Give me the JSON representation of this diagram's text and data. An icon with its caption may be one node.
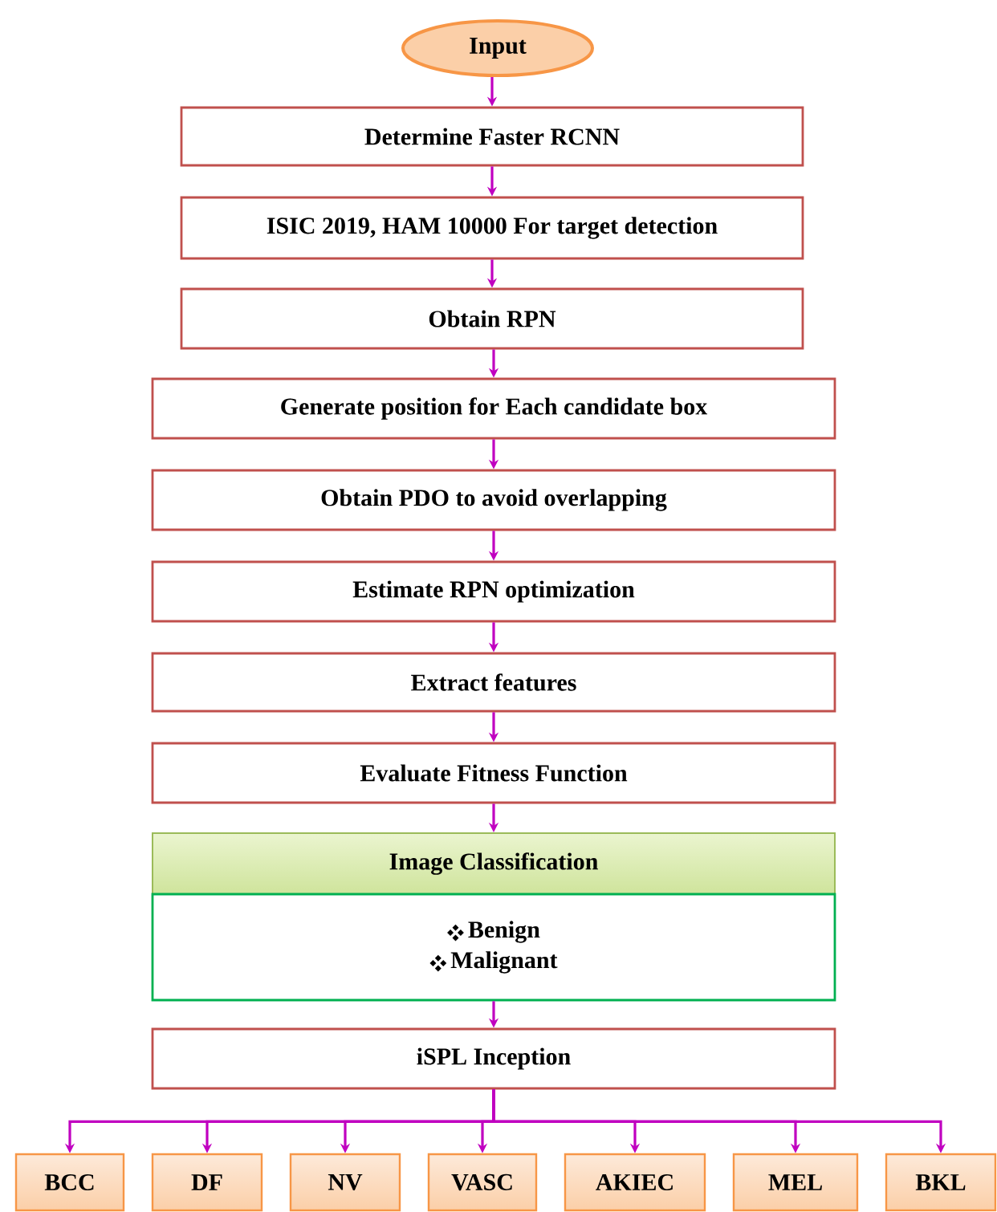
{
  "diagram": {
    "nodes": [
      {
        "text": [
          "Input"
        ]
      },
      {
        "text": [
          "Determine Faster RCNN"
        ]
      },
      {
        "text": [
          "ISIC 2019,  HAM 10000 For target detection"
        ]
      },
      {
        "text": [
          "Obtain  RPN"
        ]
      },
      {
        "text": [
          "Generate position for Each candidate box"
        ]
      },
      {
        "text": [
          "Obtain PDO  to  avoid overlapping"
        ]
      },
      {
        "text": [
          "Estimate  RPN  optimization"
        ]
      },
      {
        "text": [
          "Extract features"
        ]
      },
      {
        "text": [
          "Evaluate   Fitness  Function"
        ]
      },
      {
        "text": [
          "Image Classification"
        ]
      },
      {
        "text": [
          "Benign",
          "Malignant"
        ]
      },
      {
        "text": [
          "iSPL  Inception"
        ]
      },
      {
        "text": [
          "BCC"
        ]
      },
      {
        "text": [
          "DF"
        ]
      },
      {
        "text": [
          "NV"
        ]
      },
      {
        "text": [
          "VASC"
        ]
      },
      {
        "text": [
          "AKIEC"
        ]
      },
      {
        "text": [
          "MEL"
        ]
      },
      {
        "text": [
          "BKL"
        ]
      }
    ],
    "edges": [
      {
        "from": 0,
        "to": 1,
        "arrow": "to"
      },
      {
        "from": 1,
        "to": 2,
        "arrow": "to"
      },
      {
        "from": 2,
        "to": 3,
        "arrow": "to"
      },
      {
        "from": 3,
        "to": 4,
        "arrow": "to"
      },
      {
        "from": 4,
        "to": 5,
        "arrow": "to"
      },
      {
        "from": 5,
        "to": 6,
        "arrow": "to"
      },
      {
        "from": 6,
        "to": 7,
        "arrow": "to"
      },
      {
        "from": 7,
        "to": 8,
        "arrow": "to"
      },
      {
        "from": 8,
        "to": 9,
        "arrow": "to"
      },
      {
        "from": 10,
        "to": 11,
        "arrow": "to"
      },
      {
        "from": 11,
        "to": 12,
        "arrow": "to"
      },
      {
        "from": 11,
        "to": 13,
        "arrow": "to"
      },
      {
        "from": 11,
        "to": 14,
        "arrow": "to"
      },
      {
        "from": 11,
        "to": 15,
        "arrow": "to"
      },
      {
        "from": 11,
        "to": 16,
        "arrow": "to"
      },
      {
        "from": 11,
        "to": 17,
        "arrow": "to"
      },
      {
        "from": 11,
        "to": 18,
        "arrow": "to"
      }
    ]
  }
}
